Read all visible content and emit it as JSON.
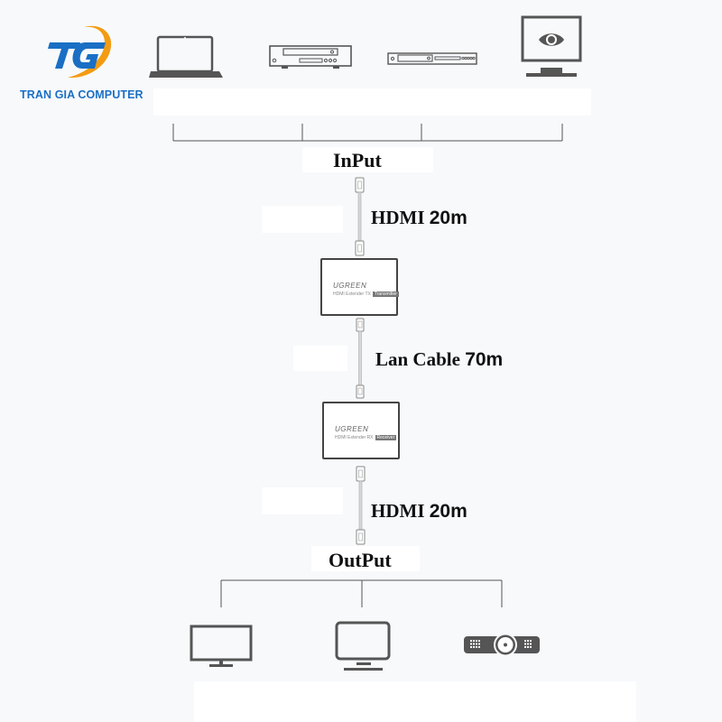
{
  "logo": {
    "monogram": "TG",
    "company_name": "TRAN GIA COMPUTER",
    "colors": {
      "blue": "#1a6fc4",
      "orange": "#f39c12"
    }
  },
  "input_devices": [
    {
      "name": "laptop",
      "icon": "laptop-icon"
    },
    {
      "name": "dvd-player",
      "icon": "dvd-player-icon"
    },
    {
      "name": "set-top-box",
      "icon": "set-top-box-icon"
    },
    {
      "name": "monitor-camera",
      "icon": "monitor-eye-icon"
    }
  ],
  "labels": {
    "input": "InPut",
    "output": "OutPut"
  },
  "cables": [
    {
      "type": "HDMI",
      "text": "HDMI",
      "length": "20m"
    },
    {
      "type": "LAN",
      "text": "Lan Cable",
      "length": "70m"
    },
    {
      "type": "HDMI",
      "text": "HDMI",
      "length": "20m"
    }
  ],
  "extenders": [
    {
      "role": "transmitter",
      "brand": "UGREEN",
      "model": "HDMI Extender TX",
      "tag": "Transmitter"
    },
    {
      "role": "receiver",
      "brand": "UGREEN",
      "model": "HDMI Extender RX",
      "tag": "Receiver"
    }
  ],
  "output_devices": [
    {
      "name": "tv",
      "icon": "tv-icon"
    },
    {
      "name": "monitor",
      "icon": "monitor-icon"
    },
    {
      "name": "projector",
      "icon": "projector-icon"
    }
  ],
  "colors": {
    "line": "#555555",
    "icon": "#555555",
    "cable": "#bbbbbb"
  }
}
